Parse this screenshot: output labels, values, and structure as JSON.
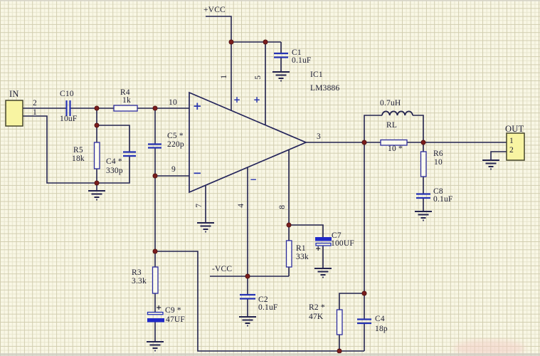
{
  "input_connector": {
    "label": "IN",
    "pin_upper": "2",
    "pin_lower": "1"
  },
  "output_connector": {
    "label": "OUT",
    "pin_upper": "1",
    "pin_lower": "2"
  },
  "power": {
    "positive_rail": "+VCC",
    "negative_rail": "-VCC"
  },
  "opamp": {
    "ref": "IC1",
    "part": "LM3886",
    "pin_noninv": "10",
    "pin_inv": "9",
    "pin_out": "3",
    "pin_top_left": "1",
    "pin_top_right": "5",
    "pin_gnd": "7",
    "pin_vee": "4",
    "pin_mute": "8",
    "mark_plus_input": "+",
    "mark_minus_input": "−",
    "mark_plus_supply_1": "+",
    "mark_plus_supply_2": "+",
    "mark_minus_supply": "−"
  },
  "components": {
    "c10": {
      "ref": "C10",
      "value": "10uF"
    },
    "r4": {
      "ref": "R4",
      "value": "1k"
    },
    "r5": {
      "ref": "R5",
      "value": "18k"
    },
    "c4_input": {
      "ref": "C4 *",
      "value": "330p"
    },
    "c5": {
      "ref": "C5 *",
      "value": "220p"
    },
    "c1": {
      "ref": "C1",
      "value": "0.1uF"
    },
    "r1": {
      "ref": "R1",
      "value": "33k"
    },
    "c7": {
      "ref": "C7",
      "value": "100UF",
      "polarity_mark": "+"
    },
    "c2": {
      "ref": "C2",
      "value": "0.1uF"
    },
    "r3": {
      "ref": "R3",
      "value": "3.3k"
    },
    "c9": {
      "ref": "C9 *",
      "value": "47UF",
      "polarity_mark": "+"
    },
    "r2": {
      "ref": "R2 *",
      "value": "47K"
    },
    "c4_feedback": {
      "ref": "C4",
      "value": "18p"
    },
    "l1": {
      "value": "0.7uH"
    },
    "rl": {
      "ref": "RL",
      "value": "10 *"
    },
    "r6": {
      "ref": "R6",
      "value": "10"
    },
    "c8": {
      "ref": "C8",
      "value": "0.1uF"
    }
  },
  "colors": {
    "background": "#f9f7e5",
    "grid_minor": "#e8e5cd",
    "grid_major": "#d2ceb0",
    "wire": "#23234f",
    "component_outline": "#2c2c9e",
    "capacitor_plate": "#2633b5",
    "junction_dot": "#7a1d1d",
    "connector_fill": "#f8f4a2",
    "text": "#1b1b33"
  }
}
